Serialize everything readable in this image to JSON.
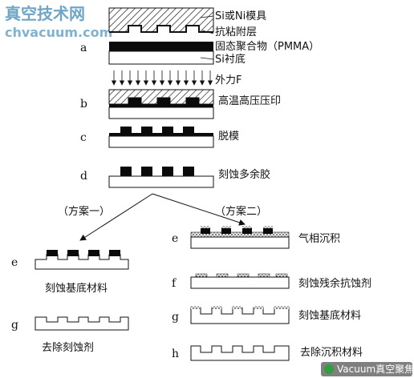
{
  "watermark": {
    "site_name": "真空技术网",
    "site_url": "chvacuum.com",
    "footer": "Vacuum真空聚焦"
  },
  "layer_labels": {
    "mold": "Si或Ni模具",
    "anti_stick": "抗粘附层",
    "polymer": "固态聚合物（PMMA）",
    "substrate": "Si衬底",
    "force": "外力F"
  },
  "steps": {
    "a": {
      "letter": "a"
    },
    "b": {
      "letter": "b",
      "caption": "高温高压压印"
    },
    "c": {
      "letter": "c",
      "caption": "脱模"
    },
    "d": {
      "letter": "d",
      "caption": "刻蚀多余胶"
    }
  },
  "plan1": {
    "title": "（方案一）",
    "e": {
      "letter": "e",
      "caption": "刻蚀基底材料"
    },
    "g": {
      "letter": "g",
      "caption": "去除刻蚀剂"
    }
  },
  "plan2": {
    "title": "（方案二）",
    "e": {
      "letter": "e",
      "caption": "气相沉积"
    },
    "f": {
      "letter": "f",
      "caption": "刻蚀残余抗蚀剂"
    },
    "g": {
      "letter": "g",
      "caption": "刻蚀基底材料"
    },
    "h": {
      "letter": "h",
      "caption": "去除沉积材料"
    }
  }
}
